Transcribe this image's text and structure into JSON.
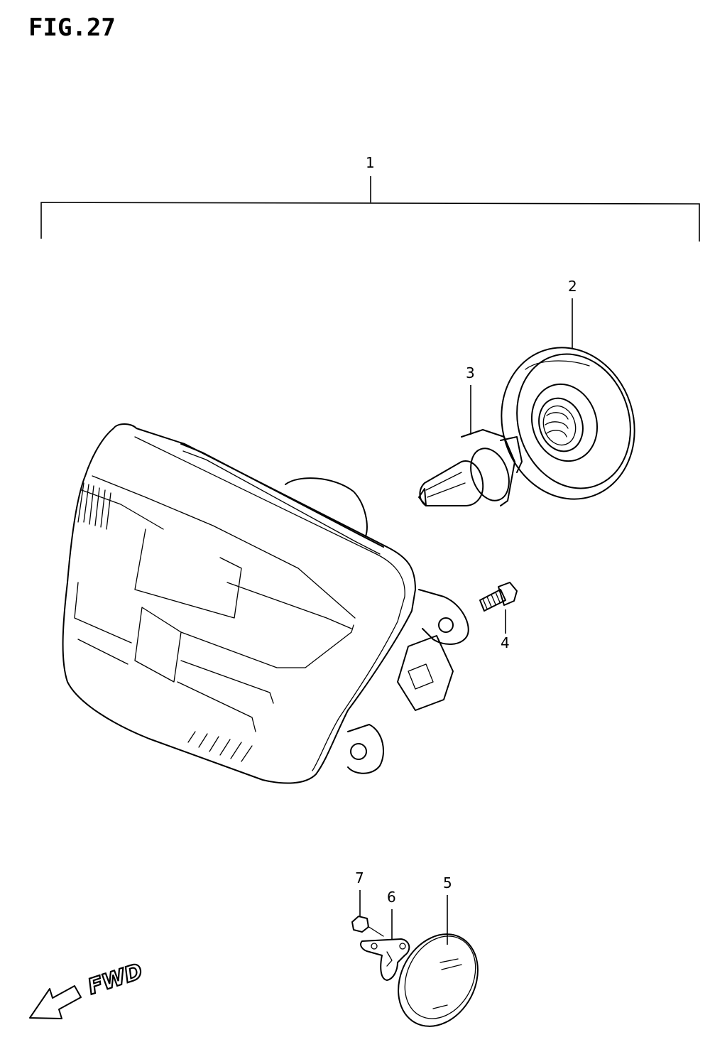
{
  "figure": {
    "title": "FIG.27",
    "fwd_label": "FWD"
  },
  "callouts": {
    "p1": "1",
    "p2": "2",
    "p3": "3",
    "p4": "4",
    "p5": "5",
    "p6": "6",
    "p7": "7"
  }
}
